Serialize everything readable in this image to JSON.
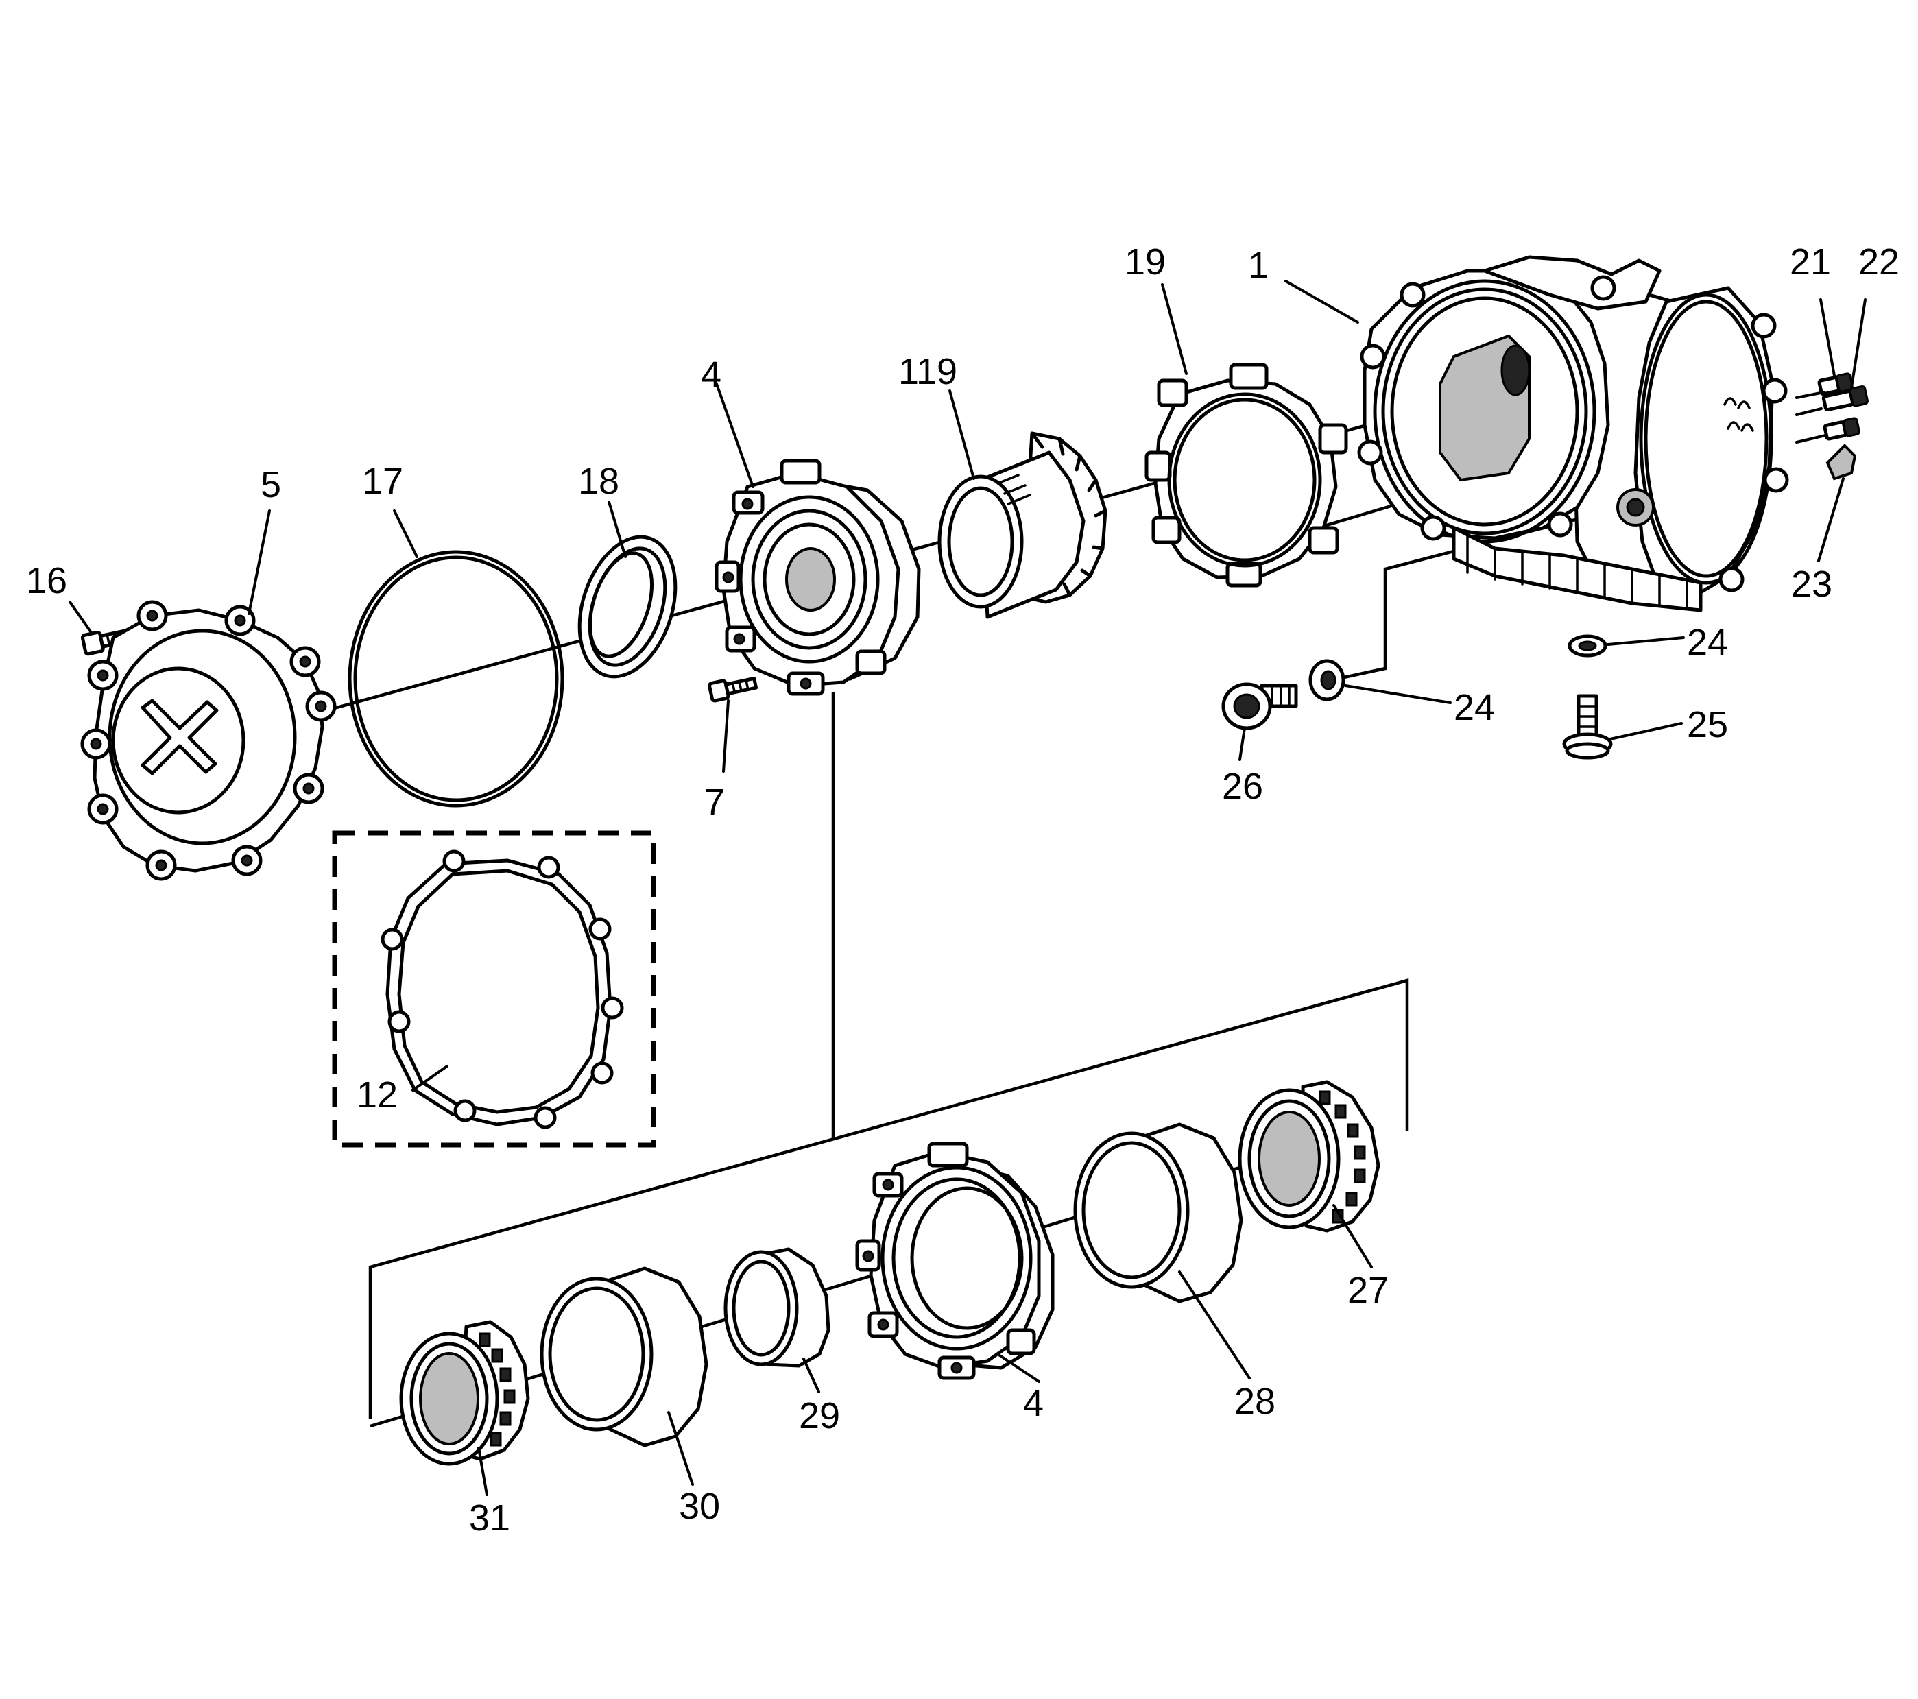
{
  "callouts": {
    "c1": "1",
    "c4_top": "4",
    "c4_bottom": "4",
    "c5": "5",
    "c7": "7",
    "c12": "12",
    "c16": "16",
    "c17": "17",
    "c18": "18",
    "c19": "19",
    "c21": "21",
    "c22": "22",
    "c23": "23",
    "c24_upper": "24",
    "c24_lower": "24",
    "c25": "25",
    "c26": "26",
    "c27": "27",
    "c28": "28",
    "c29": "29",
    "c30": "30",
    "c31": "31",
    "c119": "119"
  }
}
